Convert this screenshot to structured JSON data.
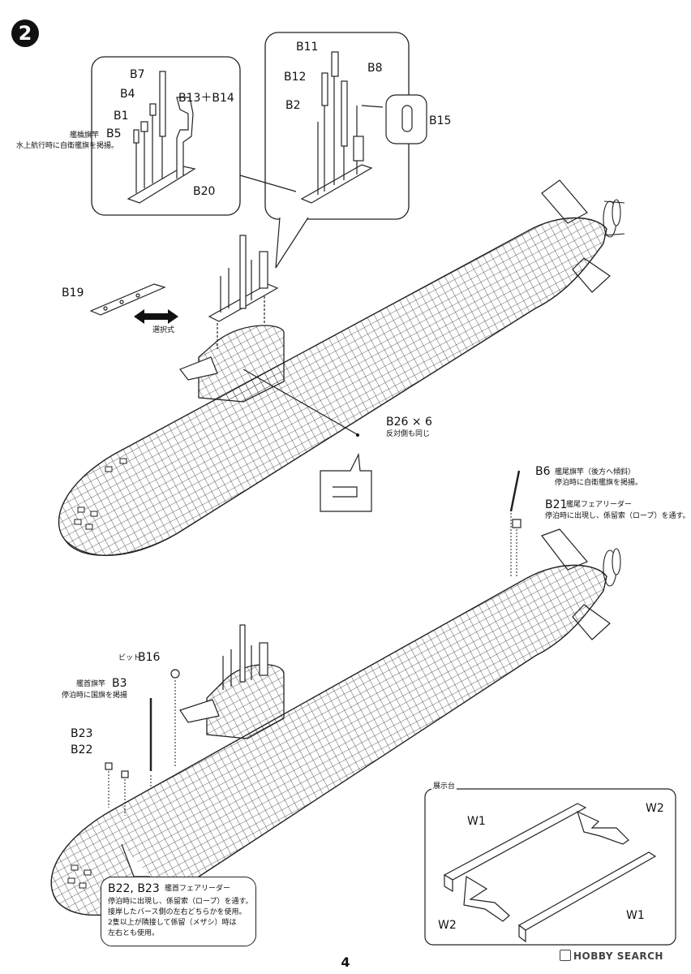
{
  "step": "2",
  "page_number": "4",
  "watermark": "HOBBY SEARCH",
  "parts": {
    "b7": "B7",
    "b4": "B4",
    "b1": "B1",
    "b13_b14": "B13＋B14",
    "b5": "B5",
    "b20": "B20",
    "b11": "B11",
    "b12": "B12",
    "b8": "B8",
    "b2": "B2",
    "b15": "B15",
    "b19": "B19",
    "b26": "B26 × 6",
    "b6": "B6",
    "b21": "B21",
    "b16": "B16",
    "b3": "B3",
    "b23": "B23",
    "b22": "B22",
    "w1_top": "W1",
    "w2_top": "W2",
    "w1_bottom": "W1",
    "w2_bottom": "W2",
    "b22_b23": "B22, B23"
  },
  "notes": {
    "b5_title": "艦橋旗竿",
    "b5_desc": "水上航行時に自衛艦旗を掲揚。",
    "select": "選択式",
    "b26_desc": "反対側も同じ",
    "b6_title": "艦尾旗竿（後方へ傾斜）",
    "b6_desc": "停泊時に自衛艦旗を掲揚。",
    "b21_title": "艦尾フェアリーダー",
    "b21_desc": "停泊時に出現し、係留索（ロープ）を通す。",
    "b16_prefix": "ビット",
    "b3_title": "艦首旗竿",
    "b3_desc": "停泊時に国旗を掲揚",
    "stand": "展示台",
    "b22_title": "艦首フェアリーダー",
    "b22_line1": "停泊時に出現し、係留索（ロープ）を通す。",
    "b22_line2": "接岸したバース側の左右どちらかを使用。",
    "b22_line3": "2隻以上が隣接して係留（メザシ）時は",
    "b22_line4": "左右とも使用。"
  }
}
